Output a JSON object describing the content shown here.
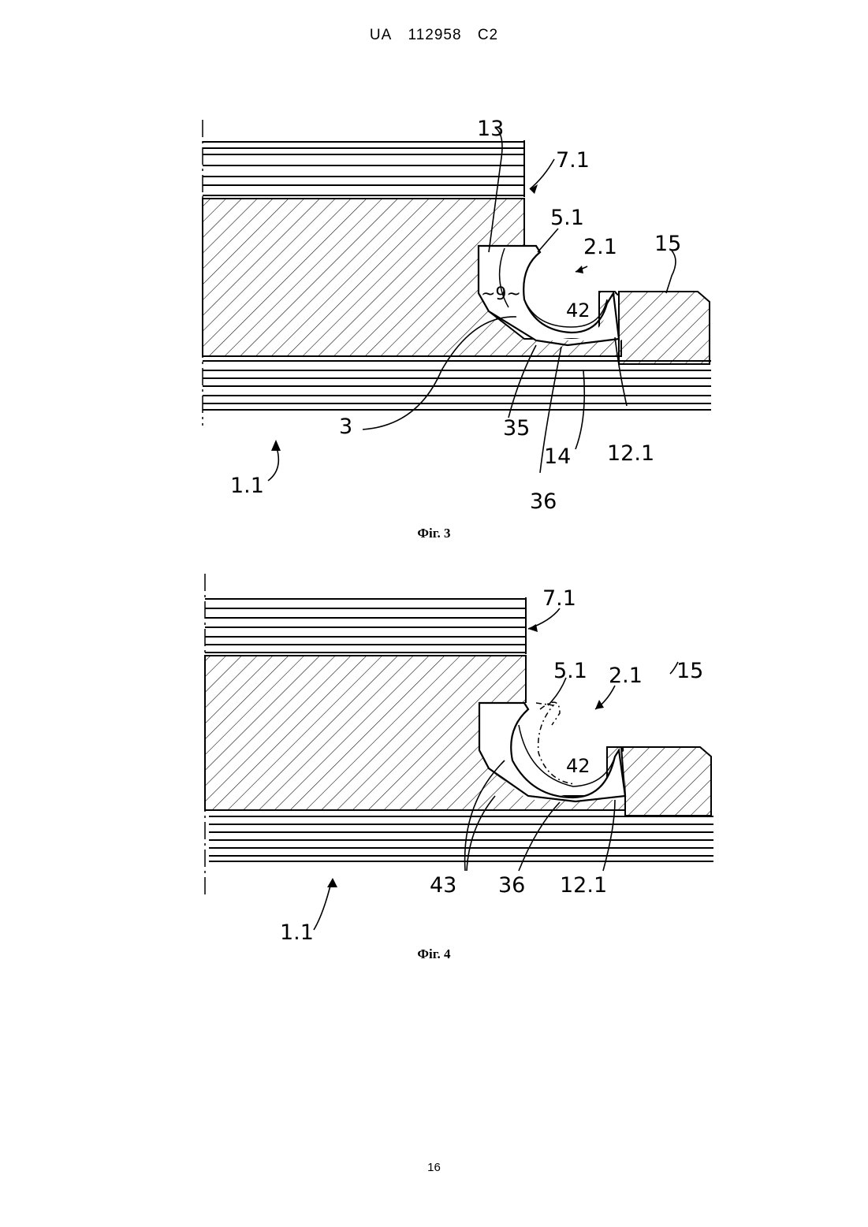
{
  "header": {
    "country": "UA",
    "number": "112958",
    "kind": "C2"
  },
  "figures": [
    {
      "caption": "Фіг. 3",
      "labels": {
        "l13": "13",
        "l7_1": "7.1",
        "l5_1": "5.1",
        "l2_1": "2.1",
        "l15": "15",
        "l9": "~9~",
        "l42": "42",
        "l3": "3",
        "l35": "35",
        "l14": "14",
        "l12_1": "12.1",
        "l36": "36",
        "l1_1": "1.1"
      }
    },
    {
      "caption": "Фіг. 4",
      "labels": {
        "l7_1": "7.1",
        "l5_1": "5.1",
        "l2_1": "2.1",
        "l15": "15",
        "l42": "42",
        "l43": "43",
        "l36": "36",
        "l12_1": "12.1",
        "l1_1": "1.1"
      }
    }
  ],
  "page_number": "16"
}
